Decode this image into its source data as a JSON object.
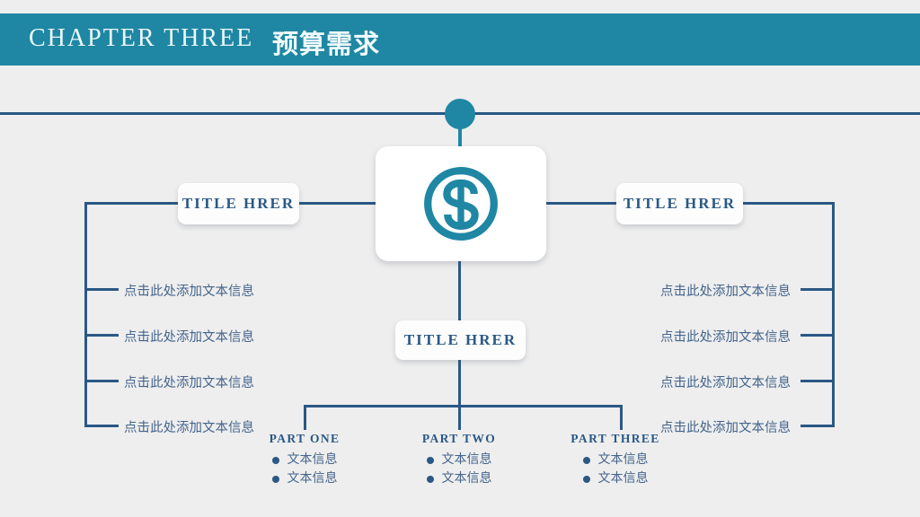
{
  "header": {
    "chapter": "CHAPTER  THREE",
    "title": "预算需求",
    "band_color": "#1f87a3",
    "text_color": "#eaf7fa"
  },
  "theme": {
    "background": "#eeeeee",
    "navy": "#2a5885",
    "teal": "#1f87a3",
    "body_text": "#44648c"
  },
  "center": {
    "icon": "dollar-circle-icon",
    "icon_color": "#1f87a3",
    "card_color": "#ffffff"
  },
  "titles": {
    "left": "TITLE  HRER",
    "right": "TITLE  HRER",
    "bottom": "TITLE  HRER"
  },
  "left_items": [
    "点击此处添加文本信息",
    "点击此处添加文本信息",
    "点击此处添加文本信息",
    "点击此处添加文本信息"
  ],
  "right_items": [
    "点击此处添加文本信息",
    "点击此处添加文本信息",
    "点击此处添加文本信息",
    "点击此处添加文本信息"
  ],
  "parts": [
    {
      "title": "PART  ONE",
      "bullets": [
        "文本信息",
        "文本信息"
      ]
    },
    {
      "title": "PART  TWO",
      "bullets": [
        "文本信息",
        "文本信息"
      ]
    },
    {
      "title": "PART  THREE",
      "bullets": [
        "文本信息",
        "文本信息"
      ]
    }
  ]
}
